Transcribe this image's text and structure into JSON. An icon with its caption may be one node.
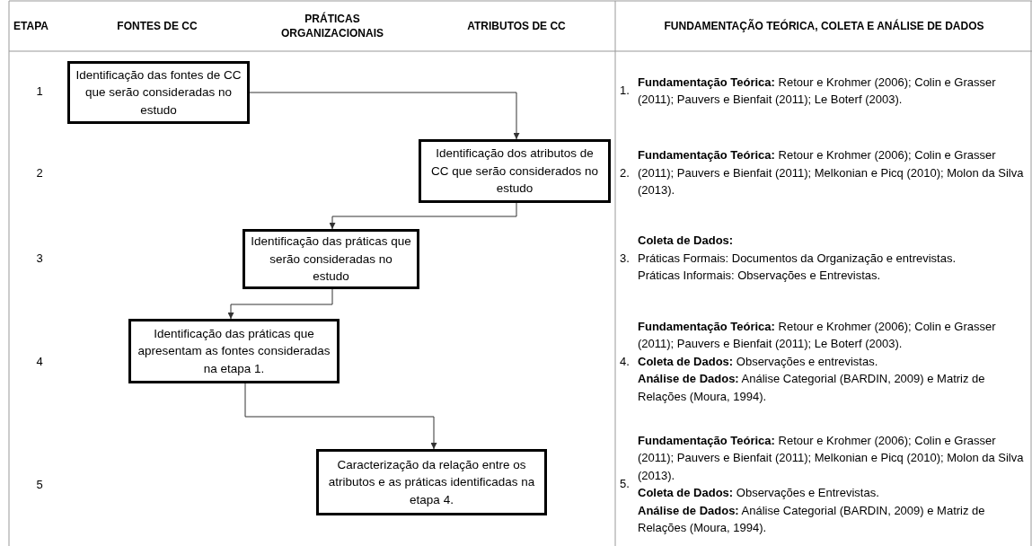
{
  "diagram": {
    "nodes": [
      {
        "text": [
          "Identificação das fontes de CC que serão consideradas no estudo"
        ]
      },
      {
        "text": [
          "Identificação dos atributos de CC que serão considerados no estudo"
        ]
      },
      {
        "text": [
          "Identificação das práticas que serão consideradas no estudo"
        ]
      },
      {
        "text": [
          "Identificação das práticas que apresentam as fontes consideradas na etapa 1."
        ]
      },
      {
        "text": [
          "Caracterização da relação entre os atributos e as práticas identificadas na etapa 4."
        ]
      }
    ],
    "edges": [
      {
        "from": 0,
        "to": 1,
        "arrow": "to"
      },
      {
        "from": 1,
        "to": 2,
        "arrow": "to"
      },
      {
        "from": 2,
        "to": 3,
        "arrow": "to"
      },
      {
        "from": 3,
        "to": 4,
        "arrow": "to"
      }
    ],
    "labels": [
      "ETAPA",
      "FONTES DE CC",
      "PRÁTICAS ORGANIZACIONAIS",
      "ATRIBUTOS DE CC",
      "FUNDAMENTAÇÃO TEÓRICA, COLETA E ANÁLISE DE DADOS",
      "1",
      "1.",
      "**Fundamentação Teórica:** Retour e Krohmer (2006); Colin e Grasser (2011); Pauvers e Bienfait (2011); Le Boterf (2003).",
      "2",
      "2.",
      "**Fundamentação Teórica:** Retour e Krohmer (2006); Colin e Grasser (2011); Pauvers e Bienfait (2011); Melkonian e Picq (2010); Molon da Silva (2013).",
      "3",
      "3.",
      "Coleta de Dados:",
      "Práticas Formais: Documentos da Organização e entrevistas.",
      "Práticas Informais: Observações e Entrevistas.",
      "4",
      "4.",
      "**Fundamentação Teórica:** Retour e Krohmer (2006); Colin e Grasser (2011); Pauvers e Bienfait (2011); Le Boterf (2003).",
      "**Coleta de Dados:** Observações e entrevistas.",
      "**Análise de Dados:** Análise Categorial (BARDIN, 2009) e Matriz de Relações (Moura, 1994).",
      "5",
      "5.",
      "**Fundamentação Teórica:** Retour e Krohmer (2006); Colin e Grasser (2011); Pauvers e Bienfait (2011); Melkonian e Picq (2010); Molon da Silva (2013).",
      "**Coleta de Dados:** Observações e Entrevistas.",
      "**Análise de Dados:** Análise Categorial (BARDIN, 2009) e Matriz de Relações (Moura, 1994)."
    ]
  }
}
